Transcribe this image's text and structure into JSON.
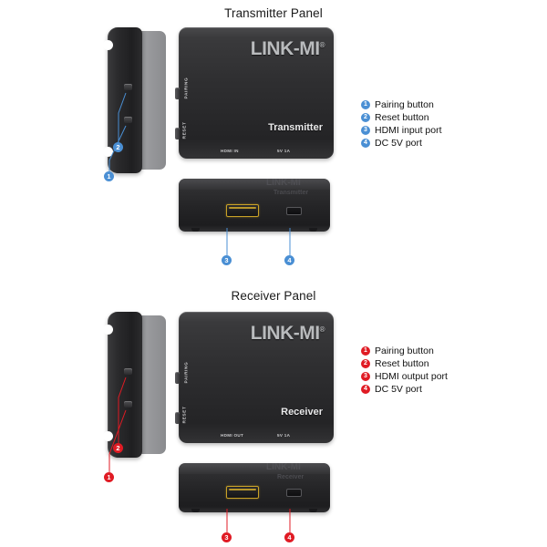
{
  "page": {
    "background": "#ffffff",
    "accent_blue": "#4a8fd4",
    "accent_red": "#e01b24"
  },
  "sections": [
    {
      "id": "transmitter",
      "title": "Transmitter Panel",
      "accent": "#4a8fd4",
      "device": {
        "brand": "LINK-MI",
        "brand_mark": "®",
        "name": "Transmitter",
        "side_labels": [
          "PAIRING",
          "RESET"
        ],
        "port_labels": [
          "HDMI IN",
          "5V 1A"
        ]
      },
      "legend": [
        {
          "num": "1",
          "label": "Pairing button"
        },
        {
          "num": "2",
          "label": "Reset button"
        },
        {
          "num": "3",
          "label": "HDMI input port"
        },
        {
          "num": "4",
          "label": "DC 5V port"
        }
      ],
      "callouts": {
        "side_top": "2",
        "side_bottom": "1",
        "front_hdmi": "3",
        "front_usb": "4"
      }
    },
    {
      "id": "receiver",
      "title": "Receiver Panel",
      "accent": "#e01b24",
      "device": {
        "brand": "LINK-MI",
        "brand_mark": "®",
        "name": "Receiver",
        "side_labels": [
          "PAIRING",
          "RESET"
        ],
        "port_labels": [
          "HDMI OUT",
          "5V 1A"
        ]
      },
      "legend": [
        {
          "num": "1",
          "label": "Pairing button"
        },
        {
          "num": "2",
          "label": "Reset button"
        },
        {
          "num": "3",
          "label": "HDMI output port"
        },
        {
          "num": "4",
          "label": "DC 5V port"
        }
      ],
      "callouts": {
        "side_top": "2",
        "side_bottom": "1",
        "front_hdmi": "3",
        "front_usb": "4"
      }
    }
  ]
}
